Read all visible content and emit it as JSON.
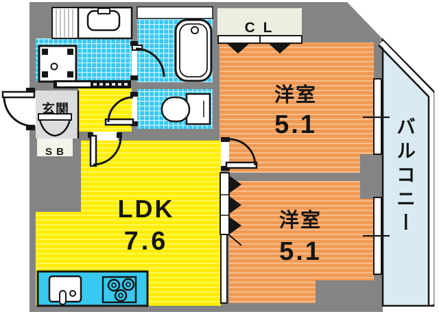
{
  "rooms": {
    "entrance": {
      "label": "玄関"
    },
    "shoe_box": {
      "label": "S B"
    },
    "closet": {
      "label": "C L"
    },
    "bedroom_upper": {
      "label": "洋室",
      "size": "5.1"
    },
    "bedroom_lower": {
      "label": "洋室",
      "size": "5.1"
    },
    "ldk": {
      "label": "LDK",
      "size": "7.6"
    },
    "balcony": {
      "label": "バルコニー"
    }
  },
  "colors": {
    "wall": "#848484",
    "ldk_floor": "#ffee00",
    "bedroom_floor": "#f09a55",
    "wet_area_tile": "#38c8f0",
    "balcony": "#d9eaf3",
    "closet": "#ecefdf",
    "entrance_floor": "#dcdcdc"
  }
}
